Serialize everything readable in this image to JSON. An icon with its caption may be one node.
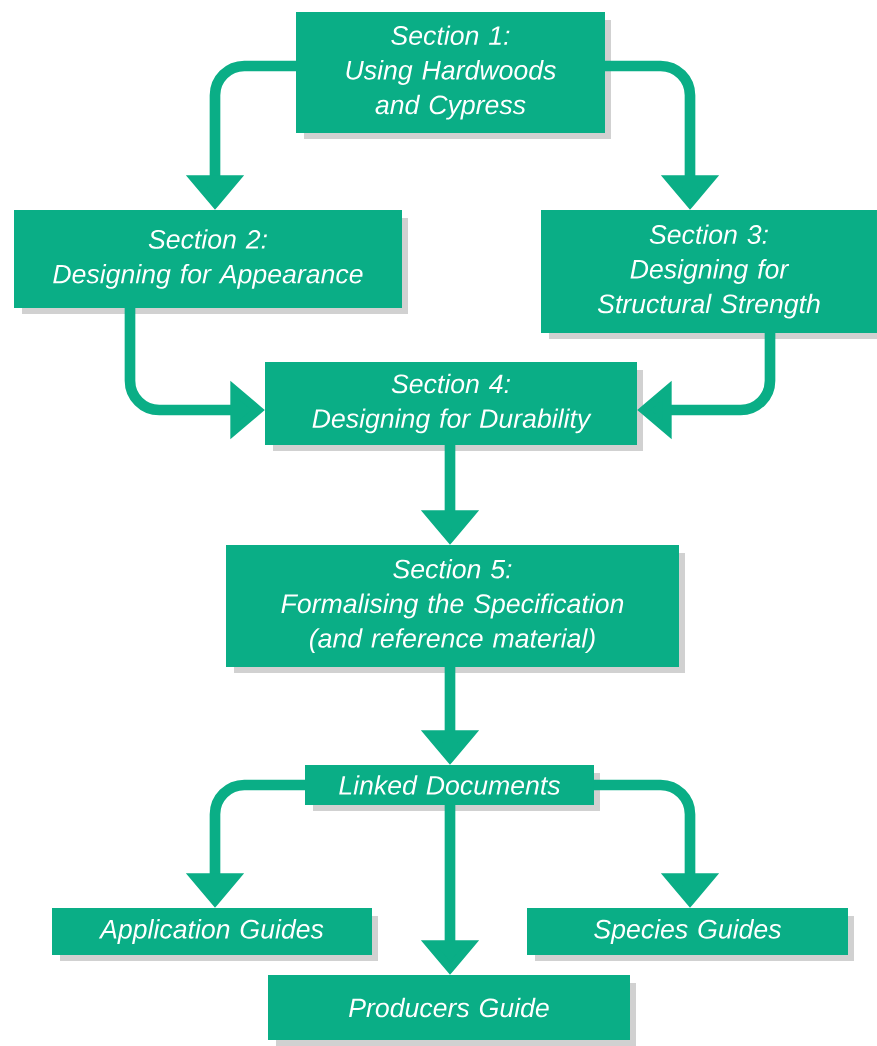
{
  "diagram": {
    "nodes": [
      {
        "text": [
          "Section 1:",
          "Using Hardwoods and Cypress"
        ]
      },
      {
        "text": [
          "Section 2:",
          "Designing for Appearance"
        ]
      },
      {
        "text": [
          "Section 3:",
          "Designing for Structural Strength"
        ]
      },
      {
        "text": [
          "Section 4:",
          "Designing for Durability"
        ]
      },
      {
        "text": [
          "Section 5:",
          "Formalising the Specification (and reference material)"
        ]
      },
      {
        "text": [
          "Linked Documents"
        ]
      },
      {
        "text": [
          "Application Guides"
        ]
      },
      {
        "text": [
          "Species Guides"
        ]
      },
      {
        "text": [
          "Producers Guide"
        ]
      }
    ],
    "edges": [
      {
        "from": 0,
        "to": 1,
        "arrow": "to"
      },
      {
        "from": 0,
        "to": 2,
        "arrow": "to"
      },
      {
        "from": 1,
        "to": 3,
        "arrow": "to"
      },
      {
        "from": 2,
        "to": 3,
        "arrow": "to"
      },
      {
        "from": 3,
        "to": 4,
        "arrow": "to"
      },
      {
        "from": 4,
        "to": 5,
        "arrow": "to"
      },
      {
        "from": 5,
        "to": 6,
        "arrow": "to"
      },
      {
        "from": 5,
        "to": 7,
        "arrow": "to"
      },
      {
        "from": 5,
        "to": 8,
        "arrow": "to"
      }
    ]
  }
}
